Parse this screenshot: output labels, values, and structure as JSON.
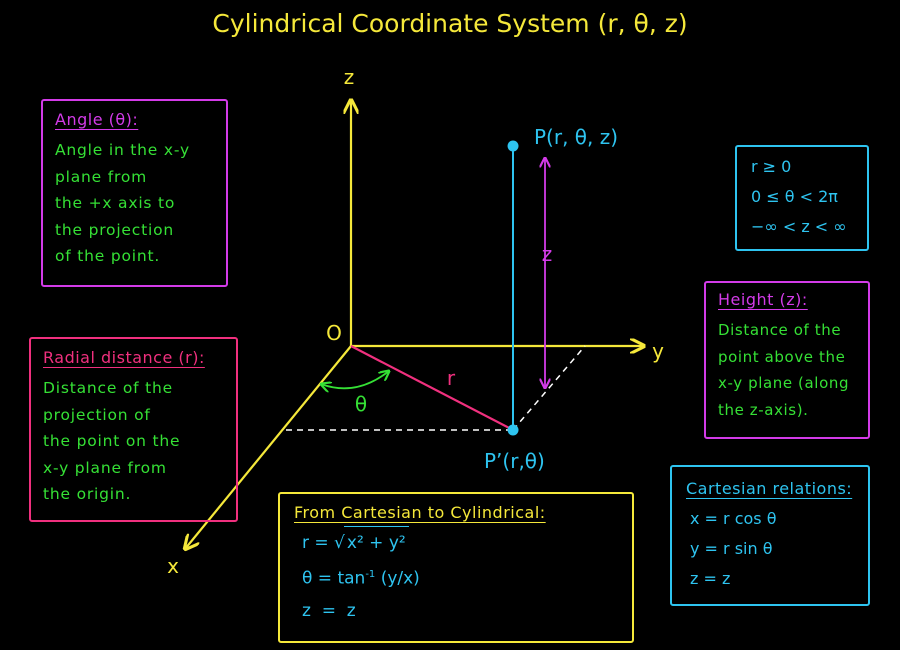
{
  "title": "Cylindrical Coordinate System (r, θ, z)",
  "colors": {
    "yellow": "#f5e83a",
    "cyan": "#2ec4f0",
    "magenta": "#d33be8",
    "pink": "#f0307e",
    "green": "#35e035",
    "white": "#ffffff"
  },
  "axes": {
    "z": "z",
    "y": "y",
    "x": "x",
    "origin": "O"
  },
  "labels": {
    "point": "P(r, θ, z)",
    "projection": "P’(r,θ)",
    "r": "r",
    "theta": "θ",
    "z_height": "z"
  },
  "angle_box": {
    "heading": "Angle (θ):",
    "lines": [
      "Angle in the x-y",
      "plane from",
      "the  +x axis to",
      "the  projection",
      "of the point."
    ]
  },
  "radial_box": {
    "heading": "Radial distance (r):",
    "lines": [
      "Distance of the",
      "projection of",
      "the point on the",
      "x-y plane from",
      "the origin."
    ]
  },
  "height_box": {
    "heading": "Height (z):",
    "lines": [
      "Distance of the",
      "point above the",
      "x-y plane (along",
      "the z-axis)."
    ]
  },
  "range_box": {
    "lines": [
      "r ≥ 0",
      "0 ≤ θ < 2π",
      "−∞ < z < ∞"
    ]
  },
  "cartesian_relations": {
    "heading": "Cartesian relations:",
    "lines": [
      "x = r cos θ",
      "y = r sin θ",
      "z = z"
    ]
  },
  "from_cartesian": {
    "heading": "From Cartesian to Cylindrical:",
    "r_lhs": "r  =",
    "r_sqrt": "x² + y²",
    "theta_lhs": "θ = tan",
    "theta_sup": "-1",
    "theta_rhs": " (y/x)",
    "z_line": "z  =  z"
  }
}
